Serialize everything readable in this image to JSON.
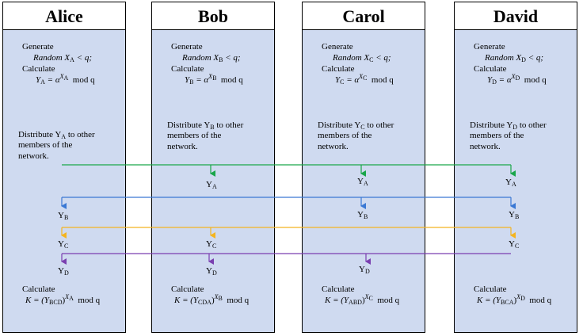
{
  "parties": [
    {
      "name": "Alice",
      "sub": "A",
      "generate": "Generate",
      "calculate": "Calculate",
      "dist_pre": "Distribute Y",
      "dist_sub": "A",
      "dist_post": "to other",
      "dist_line2": "members of the",
      "dist_line3": "network.",
      "final_calc": "Calculate",
      "final_sub": "BCD",
      "final_exp": "A"
    },
    {
      "name": "Bob",
      "sub": "B",
      "generate": "Generate",
      "calculate": "Calculate",
      "dist_pre": "Distribute Y",
      "dist_sub": "B",
      "dist_post": "to other",
      "dist_line2": "members of the",
      "dist_line3": "network.",
      "final_calc": "Calculate",
      "final_sub": "CDA",
      "final_exp": "B"
    },
    {
      "name": "Carol",
      "sub": "C",
      "generate": "Generate",
      "calculate": "Calculate",
      "dist_pre": "Distribute Y",
      "dist_sub": "C",
      "dist_post": "to other",
      "dist_line2": "members of the",
      "dist_line3": "network.",
      "final_calc": "Calculate",
      "final_sub": "ABD",
      "final_exp": "C"
    },
    {
      "name": "David",
      "sub": "D",
      "generate": "Generate",
      "calculate": "Calculate",
      "dist_pre": "Distribute Y",
      "dist_sub": "D",
      "dist_post": "to other",
      "dist_line2": "members of the",
      "dist_line3": "network.",
      "final_calc": "Calculate",
      "final_sub": "BCA",
      "final_exp": "D"
    }
  ],
  "math": {
    "random": "Random",
    "less_q": "< q;",
    "eq_alpha": "= α",
    "mod_q": "mod q",
    "y": "Y",
    "k_eq": "K = (Y",
    "close_paren": ")",
    "x": "X"
  },
  "received": [
    {
      "y": "Y",
      "sub": "A"
    },
    {
      "y": "Y",
      "sub": "A"
    },
    {
      "y": "Y",
      "sub": "A"
    },
    {
      "y": "Y",
      "sub": "B"
    },
    {
      "y": "Y",
      "sub": "B"
    },
    {
      "y": "Y",
      "sub": "B"
    },
    {
      "y": "Y",
      "sub": "C"
    },
    {
      "y": "Y",
      "sub": "C"
    },
    {
      "y": "Y",
      "sub": "C"
    },
    {
      "y": "Y",
      "sub": "D"
    },
    {
      "y": "Y",
      "sub": "D"
    },
    {
      "y": "Y",
      "sub": "D"
    }
  ],
  "colors": {
    "header_bg": "#ffffff",
    "body_bg": "#cfdaf0",
    "arrow_A": "#1aa64a",
    "arrow_B": "#3a78d4",
    "arrow_C": "#f4b420",
    "arrow_D": "#7a3fb0"
  }
}
